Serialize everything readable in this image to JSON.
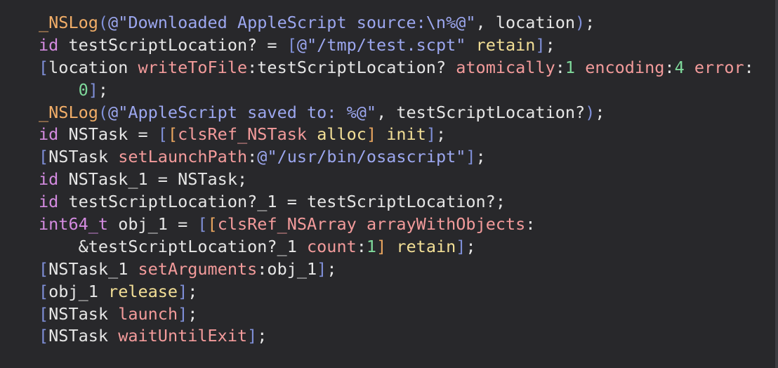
{
  "editor": {
    "language": "objective-c pseudocode",
    "colors": {
      "background": "#28282b",
      "plain": "#e6e6e6",
      "keyword": "#d48be0",
      "function": "#f2ae68",
      "string": "#9ca7ef",
      "selector": "#f39b9b",
      "message": "#f3df96",
      "number": "#7fd99b",
      "bracket_outer": "#7f8fd8",
      "bracket_inner": "#e9a55e"
    },
    "lines": [
      {
        "tokens": [
          {
            "t": "fn",
            "v": "_NSLog"
          },
          {
            "t": "b1",
            "v": "("
          },
          {
            "t": "str",
            "v": "@\"Downloaded AppleScript source:\\n%@\""
          },
          {
            "t": "plain",
            "v": ", location"
          },
          {
            "t": "b1",
            "v": ")"
          },
          {
            "t": "plain",
            "v": ";"
          }
        ]
      },
      {
        "tokens": [
          {
            "t": "kw",
            "v": "id"
          },
          {
            "t": "plain",
            "v": " testScriptLocation? = "
          },
          {
            "t": "b1",
            "v": "["
          },
          {
            "t": "str",
            "v": "@\"/tmp/test.scpt\""
          },
          {
            "t": "plain",
            "v": " "
          },
          {
            "t": "msg",
            "v": "retain"
          },
          {
            "t": "b1",
            "v": "]"
          },
          {
            "t": "plain",
            "v": ";"
          }
        ]
      },
      {
        "tokens": [
          {
            "t": "b1",
            "v": "["
          },
          {
            "t": "plain",
            "v": "location "
          },
          {
            "t": "sel",
            "v": "writeToFile"
          },
          {
            "t": "plain",
            "v": ":testScriptLocation? "
          },
          {
            "t": "sel",
            "v": "atomically"
          },
          {
            "t": "plain",
            "v": ":"
          },
          {
            "t": "num",
            "v": "1"
          },
          {
            "t": "plain",
            "v": " "
          },
          {
            "t": "sel",
            "v": "encoding"
          },
          {
            "t": "plain",
            "v": ":"
          },
          {
            "t": "num",
            "v": "4"
          },
          {
            "t": "plain",
            "v": " "
          },
          {
            "t": "sel",
            "v": "error"
          },
          {
            "t": "plain",
            "v": ":"
          }
        ]
      },
      {
        "tokens": [
          {
            "t": "plain",
            "v": "    "
          },
          {
            "t": "num",
            "v": "0"
          },
          {
            "t": "b1",
            "v": "]"
          },
          {
            "t": "plain",
            "v": ";"
          }
        ]
      },
      {
        "tokens": [
          {
            "t": "fn",
            "v": "_NSLog"
          },
          {
            "t": "b1",
            "v": "("
          },
          {
            "t": "str",
            "v": "@\"AppleScript saved to: %@\""
          },
          {
            "t": "plain",
            "v": ", testScriptLocation?"
          },
          {
            "t": "b1",
            "v": ")"
          },
          {
            "t": "plain",
            "v": ";"
          }
        ]
      },
      {
        "tokens": [
          {
            "t": "kw",
            "v": "id"
          },
          {
            "t": "plain",
            "v": " NSTask = "
          },
          {
            "t": "b1",
            "v": "["
          },
          {
            "t": "b2",
            "v": "["
          },
          {
            "t": "cls",
            "v": "clsRef_NSTask"
          },
          {
            "t": "plain",
            "v": " "
          },
          {
            "t": "msg",
            "v": "alloc"
          },
          {
            "t": "b2",
            "v": "]"
          },
          {
            "t": "plain",
            "v": " "
          },
          {
            "t": "msg",
            "v": "init"
          },
          {
            "t": "b1",
            "v": "]"
          },
          {
            "t": "plain",
            "v": ";"
          }
        ]
      },
      {
        "tokens": [
          {
            "t": "b1",
            "v": "["
          },
          {
            "t": "plain",
            "v": "NSTask "
          },
          {
            "t": "sel",
            "v": "setLaunchPath"
          },
          {
            "t": "plain",
            "v": ":"
          },
          {
            "t": "str",
            "v": "@\"/usr/bin/osascript\""
          },
          {
            "t": "b1",
            "v": "]"
          },
          {
            "t": "plain",
            "v": ";"
          }
        ]
      },
      {
        "tokens": [
          {
            "t": "kw",
            "v": "id"
          },
          {
            "t": "plain",
            "v": " NSTask_1 = NSTask;"
          }
        ]
      },
      {
        "tokens": [
          {
            "t": "kw",
            "v": "id"
          },
          {
            "t": "plain",
            "v": " testScriptLocation?_1 = testScriptLocation?;"
          }
        ]
      },
      {
        "tokens": [
          {
            "t": "kw",
            "v": "int64_t"
          },
          {
            "t": "plain",
            "v": " obj_1 = "
          },
          {
            "t": "b1",
            "v": "["
          },
          {
            "t": "b2",
            "v": "["
          },
          {
            "t": "cls",
            "v": "clsRef_NSArray"
          },
          {
            "t": "plain",
            "v": " "
          },
          {
            "t": "sel",
            "v": "arrayWithObjects"
          },
          {
            "t": "plain",
            "v": ":"
          }
        ]
      },
      {
        "tokens": [
          {
            "t": "plain",
            "v": "    &testScriptLocation?_1 "
          },
          {
            "t": "sel",
            "v": "count"
          },
          {
            "t": "plain",
            "v": ":"
          },
          {
            "t": "num",
            "v": "1"
          },
          {
            "t": "b2",
            "v": "]"
          },
          {
            "t": "plain",
            "v": " "
          },
          {
            "t": "msg",
            "v": "retain"
          },
          {
            "t": "b1",
            "v": "]"
          },
          {
            "t": "plain",
            "v": ";"
          }
        ]
      },
      {
        "tokens": [
          {
            "t": "b1",
            "v": "["
          },
          {
            "t": "plain",
            "v": "NSTask_1 "
          },
          {
            "t": "sel",
            "v": "setArguments"
          },
          {
            "t": "plain",
            "v": ":obj_1"
          },
          {
            "t": "b1",
            "v": "]"
          },
          {
            "t": "plain",
            "v": ";"
          }
        ]
      },
      {
        "tokens": [
          {
            "t": "b1",
            "v": "["
          },
          {
            "t": "plain",
            "v": "obj_1 "
          },
          {
            "t": "msg",
            "v": "release"
          },
          {
            "t": "b1",
            "v": "]"
          },
          {
            "t": "plain",
            "v": ";"
          }
        ]
      },
      {
        "tokens": [
          {
            "t": "b1",
            "v": "["
          },
          {
            "t": "plain",
            "v": "NSTask "
          },
          {
            "t": "sel",
            "v": "launch"
          },
          {
            "t": "b1",
            "v": "]"
          },
          {
            "t": "plain",
            "v": ";"
          }
        ]
      },
      {
        "tokens": [
          {
            "t": "b1",
            "v": "["
          },
          {
            "t": "plain",
            "v": "NSTask "
          },
          {
            "t": "sel",
            "v": "waitUntilExit"
          },
          {
            "t": "b1",
            "v": "]"
          },
          {
            "t": "plain",
            "v": ";"
          }
        ]
      }
    ]
  }
}
